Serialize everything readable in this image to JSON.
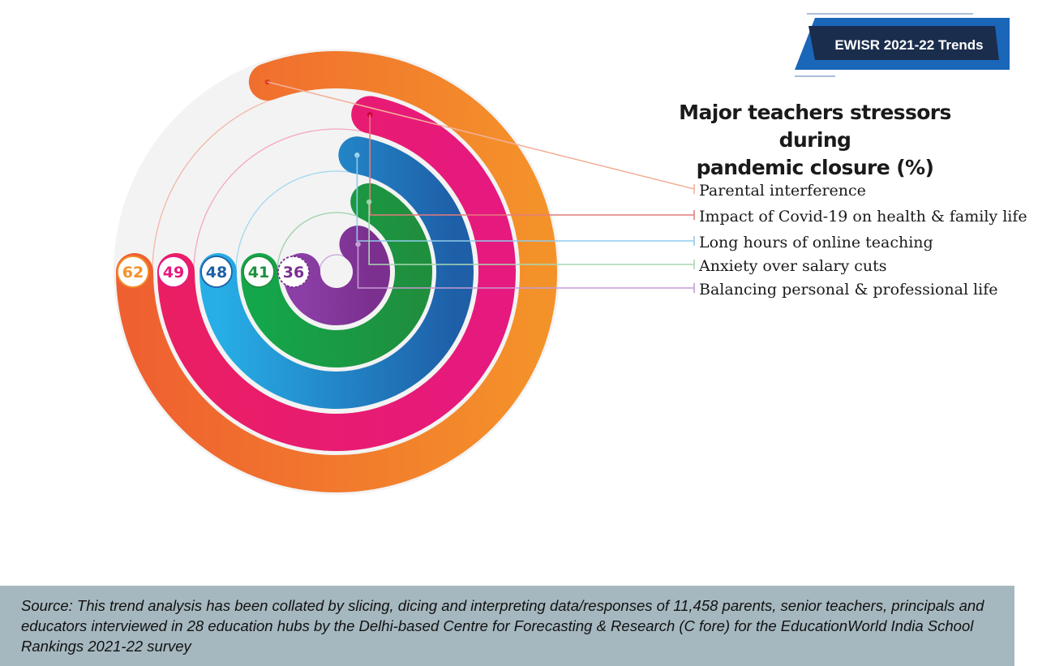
{
  "badge": {
    "label": "EWISR 2021-22 Trends"
  },
  "chart_data": {
    "type": "radial-bar",
    "title": "Major teachers stressors during pandemic closure (%)",
    "title_lines": [
      "Major teachers stressors during",
      "pandemic closure (%)"
    ],
    "unit": "%",
    "categories": [
      "Parental interference",
      "Impact of Covid-19 on health & family life",
      "Long hours of online teaching",
      "Anxiety over salary cuts",
      "Balancing personal & professional life"
    ],
    "values": [
      62,
      49,
      48,
      41,
      36
    ],
    "value_labels": [
      "62",
      "49",
      "48",
      "41",
      "36"
    ],
    "colors": [
      "#f4922a",
      "#e6197f",
      "#1e5fa8",
      "#1f8f3e",
      "#7b2f8f"
    ],
    "colors_alt": [
      "#ef6030",
      "#ea1e63",
      "#27aee6",
      "#14a64a",
      "#8b3fa6"
    ],
    "label_colors": [
      "#f4922a",
      "#e6197f",
      "#1e5fa8",
      "#1f8f3e",
      "#7b2f8f"
    ]
  },
  "source": "Source: This trend analysis has been collated by slicing, dicing and interpreting data/responses of 11,458 parents, senior teachers, principals and educators interviewed in 28 education hubs by the Delhi-based Centre for Forecasting & Research (C fore) for the EducationWorld India School Rankings 2021-22 survey"
}
